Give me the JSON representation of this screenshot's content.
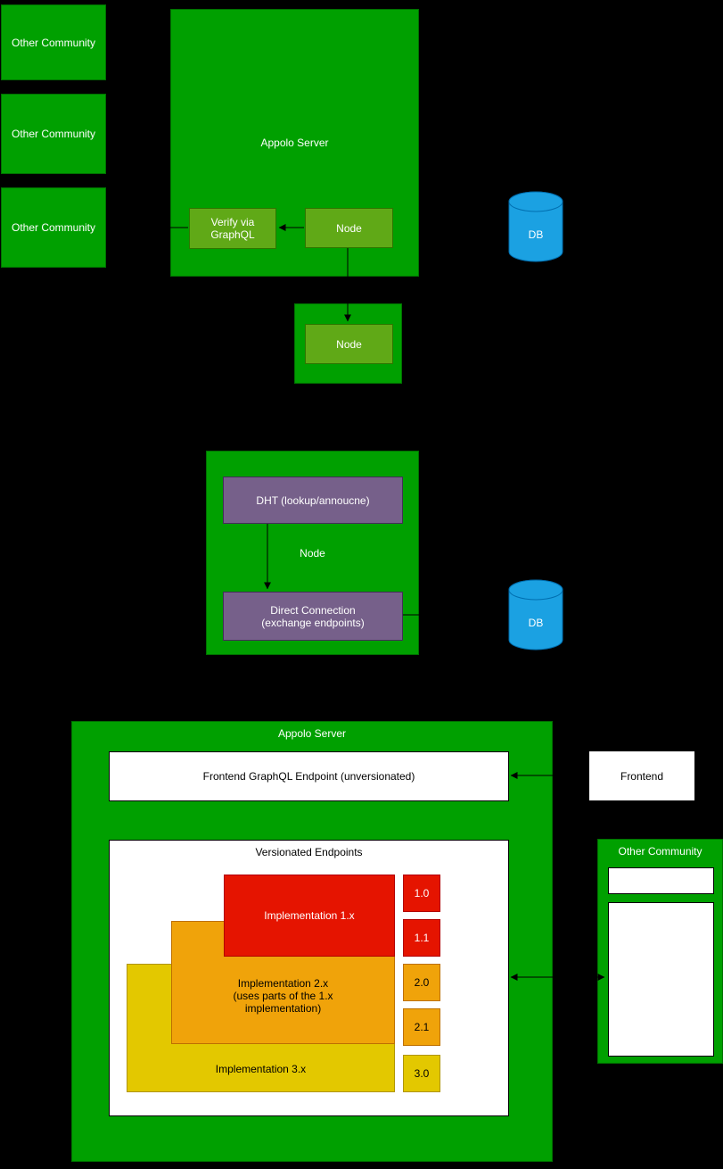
{
  "palette": {
    "background": "#000000",
    "green": "#00a000",
    "olive_green": "#60a917",
    "purple": "#76608a",
    "blue": "#1ba1e2",
    "red": "#e51400",
    "orange": "#f0a30a",
    "yellow": "#e3c800",
    "white": "#ffffff"
  },
  "top_section": {
    "other_communities": [
      "Other Community",
      "Other Community",
      "Other Community"
    ],
    "appolo_server_title": "Appolo Server",
    "verify_label": "Verify via GraphQL",
    "node_label": "Node",
    "relay_node_label": "Node",
    "db_label": "DB"
  },
  "middle_section": {
    "node_label": "Node",
    "dht_label": "DHT (lookup/annoucne)",
    "direct_connection_lines": [
      "Direct Connection",
      "(exchange endpoints)"
    ],
    "db_label": "DB"
  },
  "bottom_section": {
    "appolo_server_title": "Appolo Server",
    "frontend_endpoint_label": "Frontend GraphQL Endpoint (unversionated)",
    "versionated_title": "Versionated Endpoints",
    "impl1_label": "Implementation 1.x",
    "impl2_lines": [
      "Implementation 2.x",
      "(uses parts of the 1.x",
      "implementation)"
    ],
    "impl3_label": "Implementation 3.x",
    "version_badges": [
      "1.0",
      "1.1",
      "2.0",
      "2.1",
      "3.0"
    ],
    "frontend_label": "Frontend",
    "other_community_title": "Other Community"
  }
}
